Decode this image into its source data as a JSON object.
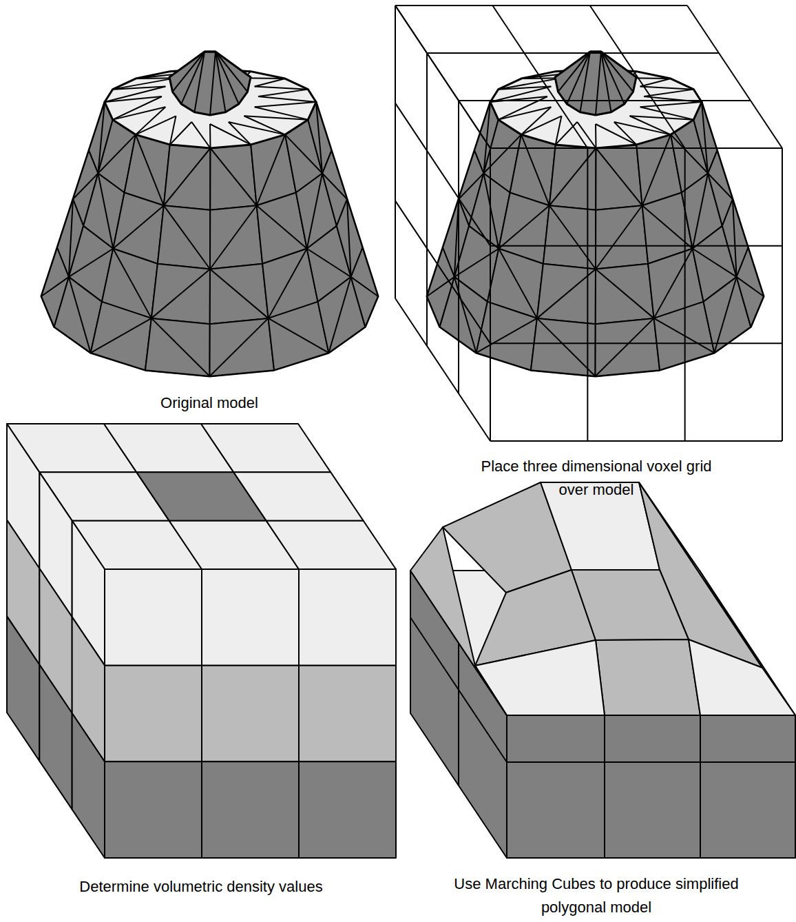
{
  "diagram": {
    "labels": [
      "Original model",
      "Place three dimensional voxel grid over model",
      "Determine volumetric density values",
      "Use Marching Cubes to produce simplified polygonal model"
    ]
  }
}
